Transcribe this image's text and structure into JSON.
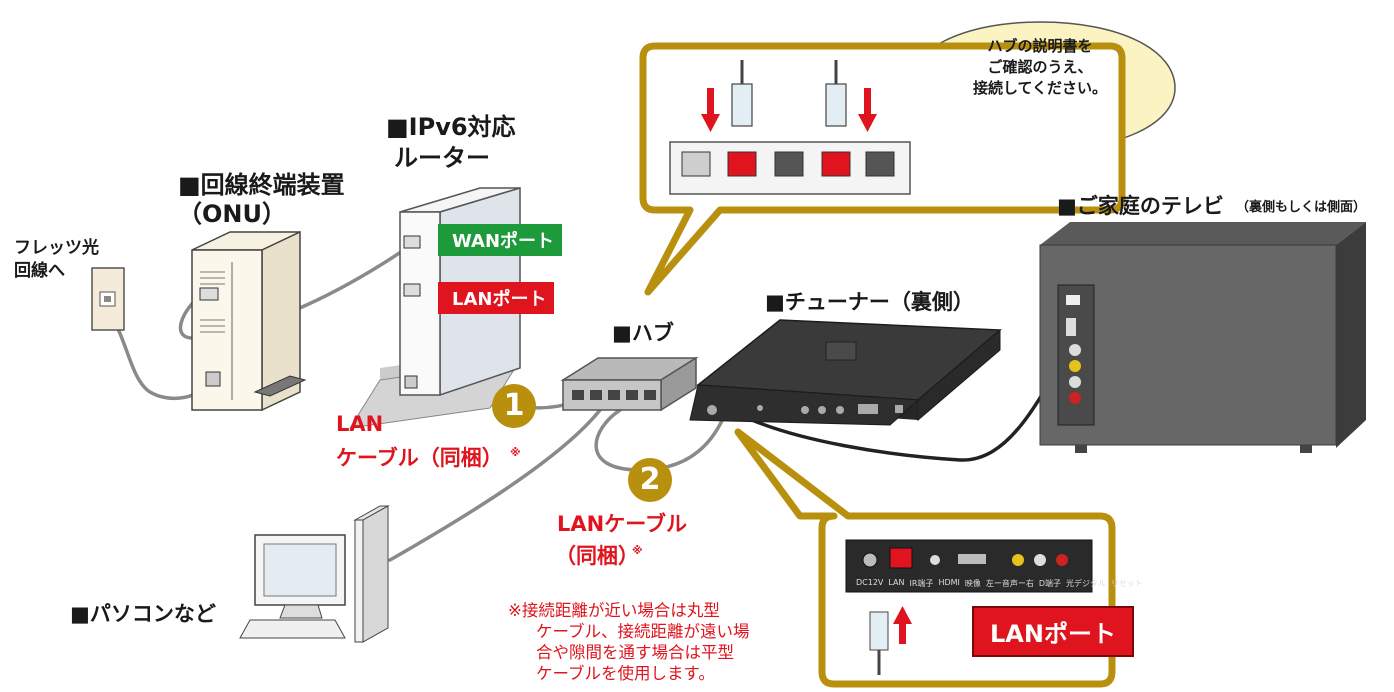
{
  "labels": {
    "onu_title_line1": "■回線終端装置",
    "onu_title_line2": "（ONU）",
    "router_title_line1": "■IPv6対応",
    "router_title_line2": "ルーター",
    "flets_line1": "フレッツ光",
    "flets_line2": "回線へ",
    "hub_title": "■ハブ",
    "tuner_title": "■チューナー（裏側）",
    "tv_title": "■ご家庭のテレビ",
    "tv_subtitle": "（裏側もしくは側面）",
    "pc_title": "■パソコンなど"
  },
  "router_ports": {
    "wan": "WANポート",
    "lan": "LANポート"
  },
  "cables": {
    "cable1_num": "1",
    "cable1_line1": "LAN",
    "cable1_line2": "ケーブル（同梱）",
    "cable1_mark": "※",
    "cable2_num": "2",
    "cable2_line1": "LANケーブル",
    "cable2_line2": "（同梱）",
    "cable2_mark": "※"
  },
  "bubble": {
    "line1": "ハブの説明書を",
    "line2": "ご確認のうえ、",
    "line3": "接続してください。"
  },
  "note": {
    "line1": "※接続距離が近い場合は丸型",
    "line2": "ケーブル、接続距離が遠い場",
    "line3": "合や隙間を通す場合は平型",
    "line4": "ケーブルを使用します。"
  },
  "tuner_zoom": {
    "lan_port_badge": "LANポート",
    "port_labels": [
      "DC12V",
      "LAN",
      "IR端子",
      "HDMI",
      "映像",
      "左ー音声ー右",
      "D端子",
      "光デジタル",
      "リセット"
    ]
  },
  "colors": {
    "accent_red": "#e0141e",
    "frame_gold": "#b8900e",
    "green": "#1d9a3a",
    "bubble_fill": "#fbf3c2"
  }
}
